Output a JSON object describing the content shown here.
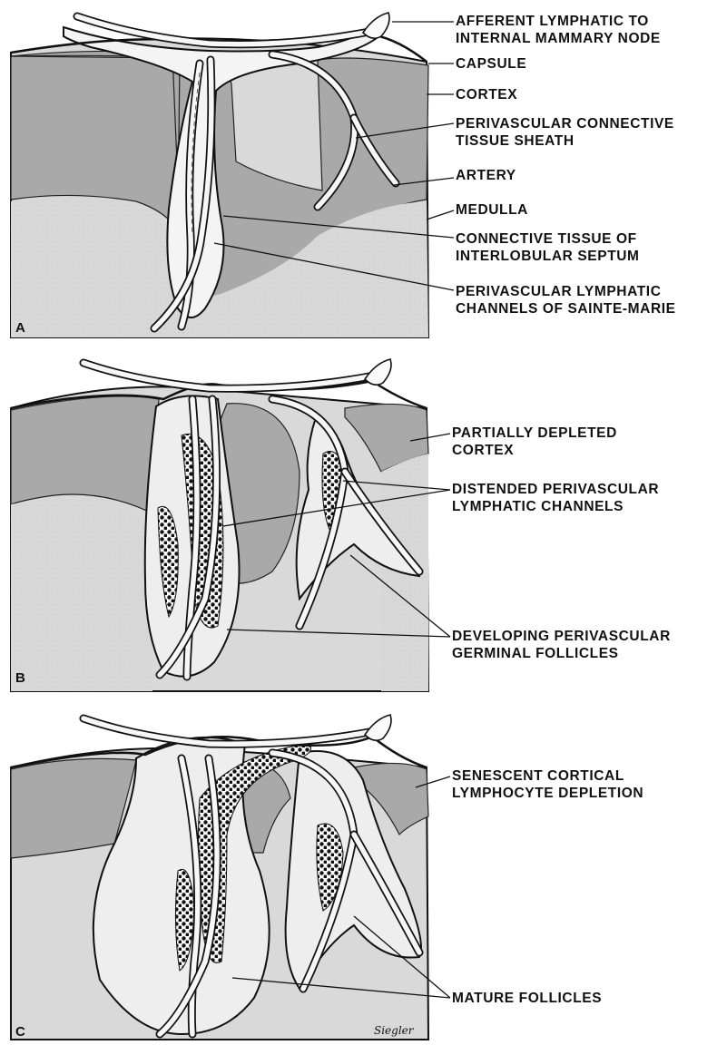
{
  "panels": [
    {
      "letter": "A",
      "labels": [
        {
          "lines": [
            "AFFERENT   LYMPHATIC   TO",
            "INTERNAL   MAMMARY   NODE"
          ]
        },
        {
          "lines": [
            "CAPSULE"
          ]
        },
        {
          "lines": [
            "CORTEX"
          ]
        },
        {
          "lines": [
            "PERIVASCULAR   CONNECTIVE",
            "TISSUE   SHEATH"
          ]
        },
        {
          "lines": [
            "ARTERY"
          ]
        },
        {
          "lines": [
            "MEDULLA"
          ]
        },
        {
          "lines": [
            "CONNECTIVE   TISSUE   OF",
            "INTERLOBULAR   SEPTUM"
          ]
        },
        {
          "lines": [
            "PERIVASCULAR   LYMPHATIC",
            "CHANNELS   OF   SAINTE-MARIE"
          ]
        }
      ]
    },
    {
      "letter": "B",
      "labels": [
        {
          "lines": [
            "PARTIALLY   DEPLETED",
            "CORTEX"
          ]
        },
        {
          "lines": [
            "DISTENDED   PERIVASCULAR",
            "LYMPHATIC   CHANNELS"
          ]
        },
        {
          "lines": [
            "DEVELOPING   PERIVASCULAR",
            "GERMINAL   FOLLICLES"
          ]
        }
      ]
    },
    {
      "letter": "C",
      "labels": [
        {
          "lines": [
            "SENESCENT   CORTICAL",
            "LYMPHOCYTE   DEPLETION"
          ]
        },
        {
          "lines": [
            "MATURE   FOLLICLES"
          ]
        }
      ]
    }
  ],
  "signature": "Siegler"
}
